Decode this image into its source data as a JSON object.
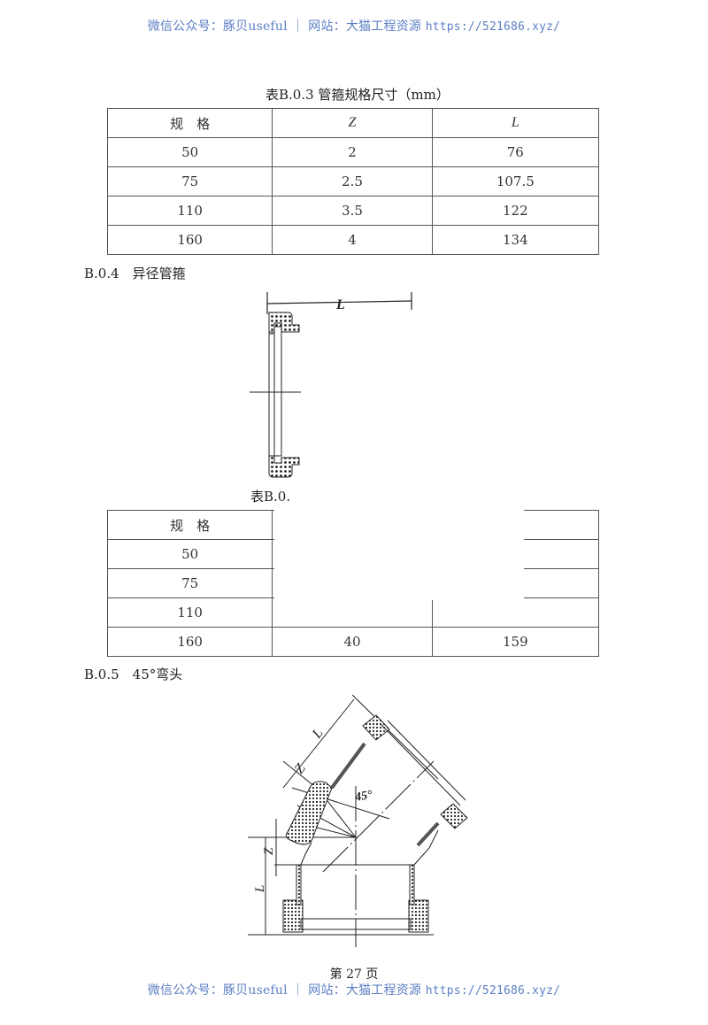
{
  "watermark": {
    "prefix": "微信公众号：豚贝useful ｜ 网站：大猫工程资源 ",
    "url": "https://521686.xyz/"
  },
  "table_b03": {
    "caption": "表B.0.3  管箍规格尺寸（mm）",
    "headers": [
      "规　格",
      "Z",
      "L"
    ],
    "rows": [
      [
        "50",
        "2",
        "76"
      ],
      [
        "75",
        "2.5",
        "107.5"
      ],
      [
        "110",
        "3.5",
        "122"
      ],
      [
        "160",
        "4",
        "134"
      ]
    ]
  },
  "section_b04": {
    "title": "B.0.4　异径管箍",
    "figure_label": "L"
  },
  "table_b04": {
    "caption": "表B.0.",
    "headers": [
      "规　格",
      "",
      ""
    ],
    "rows": [
      [
        "50",
        "",
        ""
      ],
      [
        "75",
        "",
        ""
      ],
      [
        "110",
        "",
        ""
      ],
      [
        "160",
        "40",
        "159"
      ]
    ]
  },
  "section_b05": {
    "title": "B.0.5　45°弯头",
    "figure_labels": {
      "length": "L",
      "offset": "Z",
      "angle": "45°"
    }
  },
  "footer": {
    "page": "第 27 页"
  }
}
